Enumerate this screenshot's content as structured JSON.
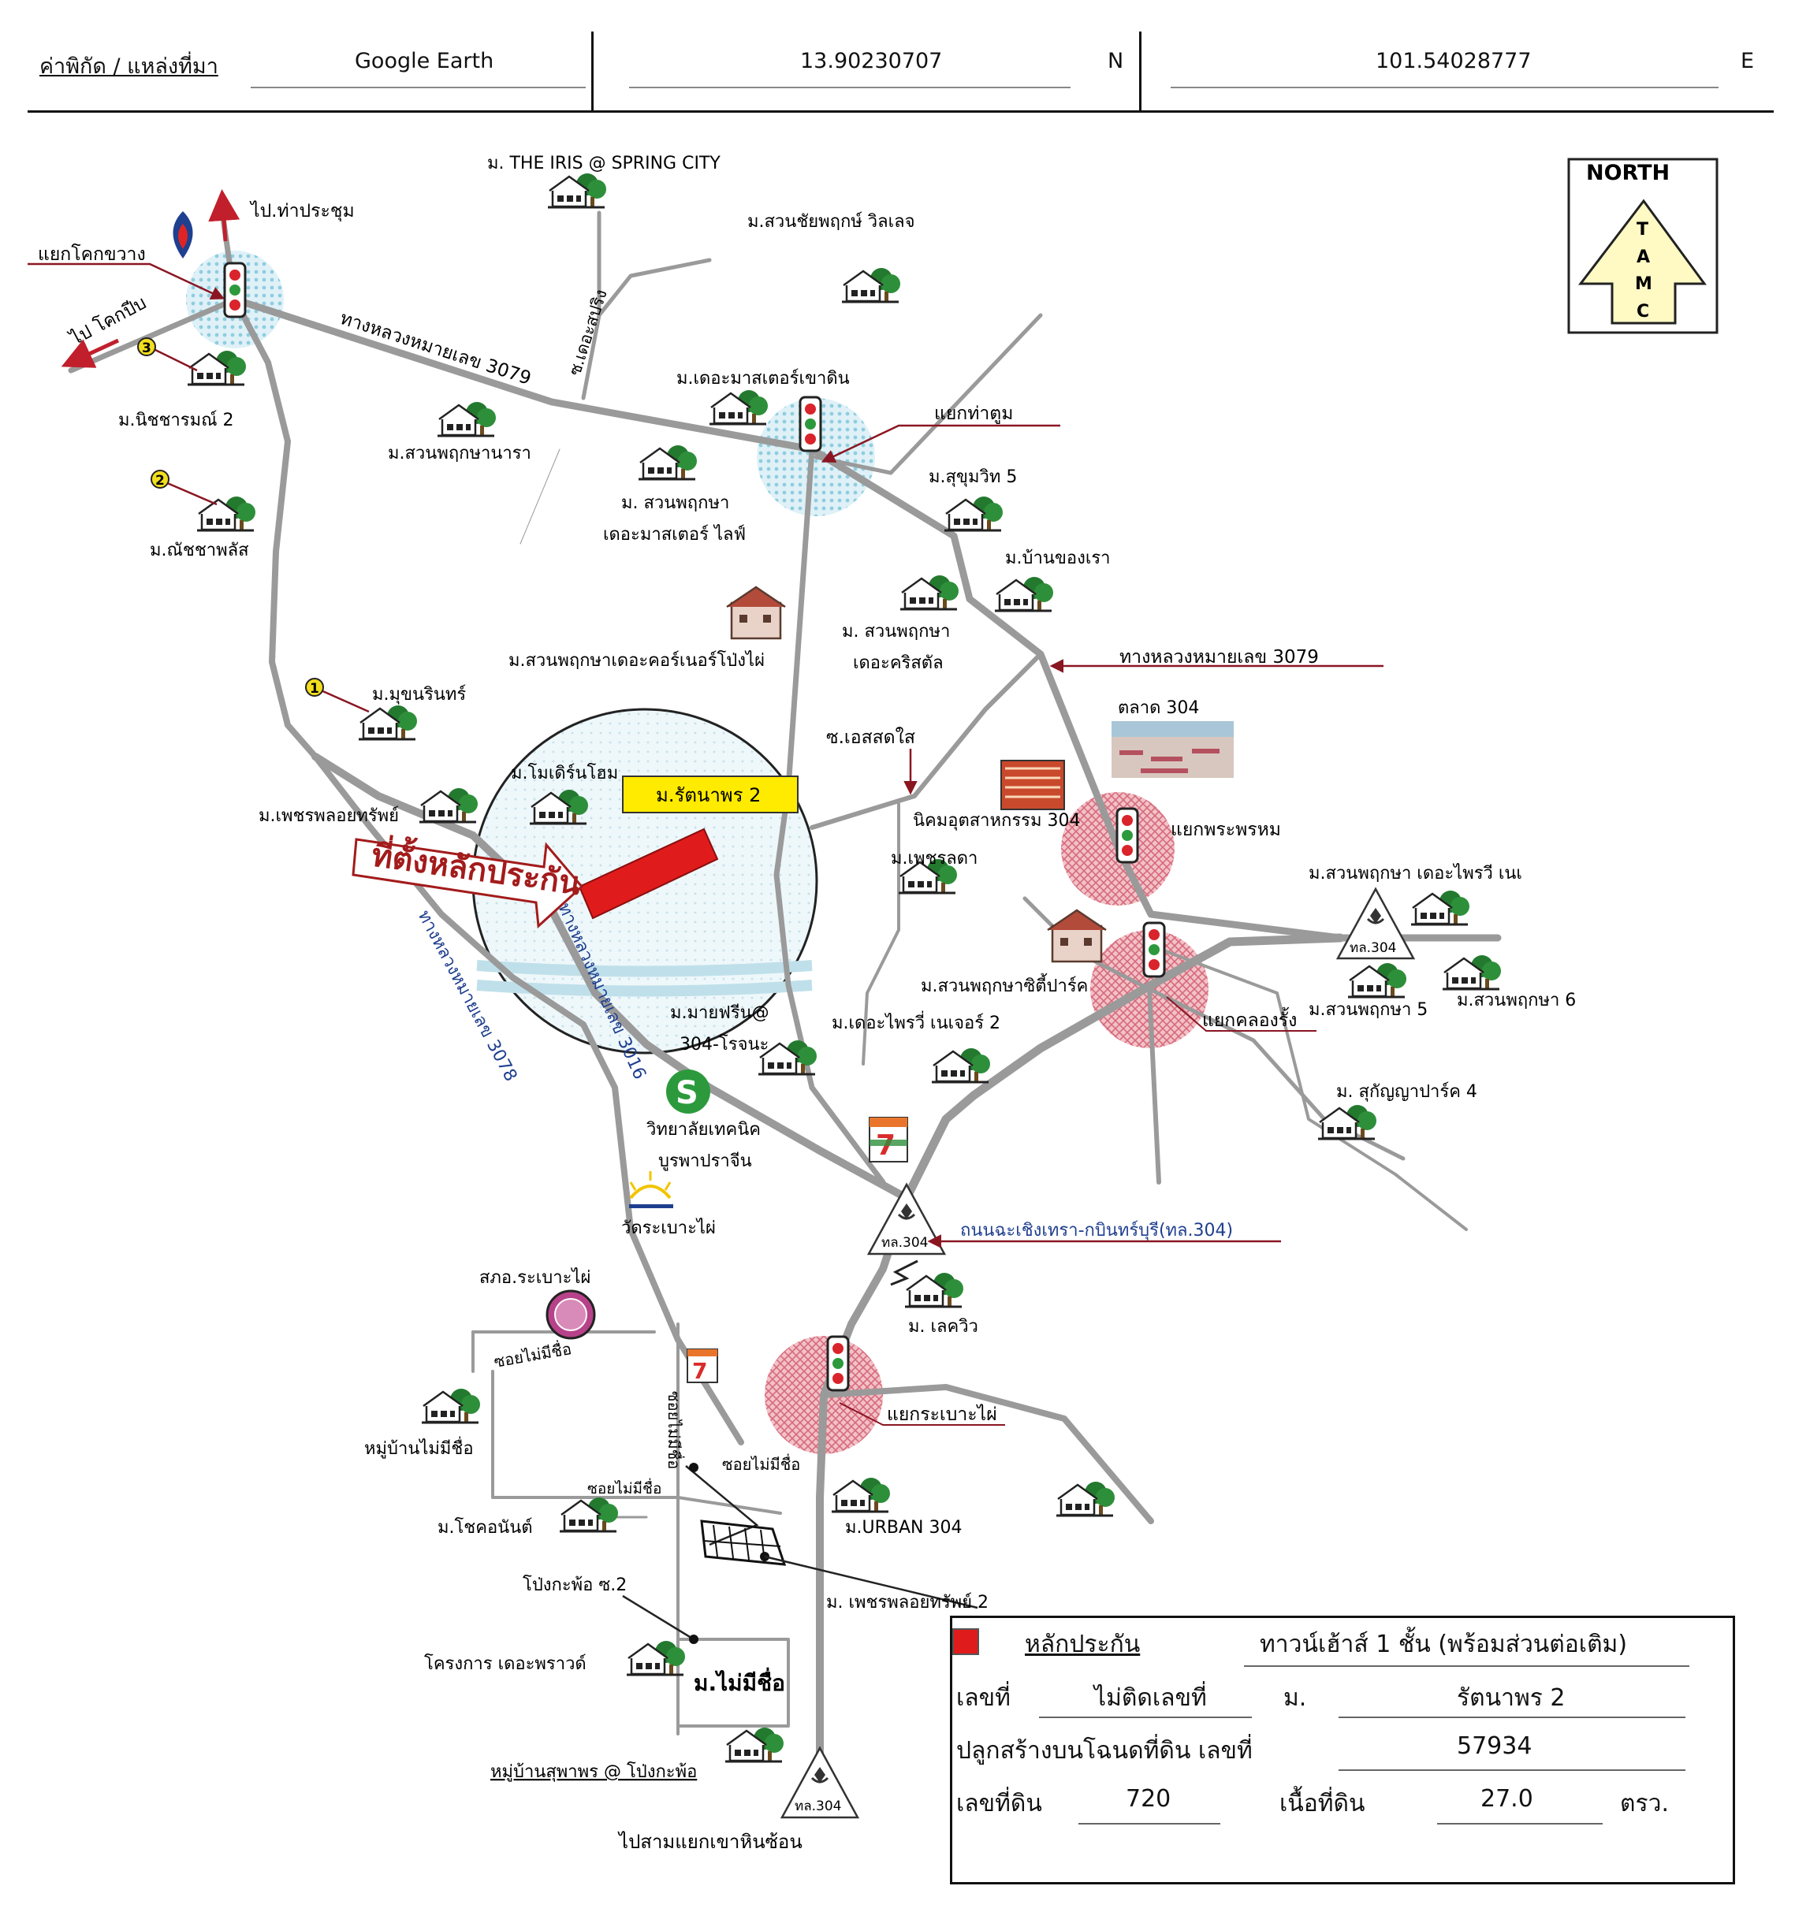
{
  "header": {
    "coord_source_label": "ค่าพิกัด / แหล่งที่มา",
    "source": "Google Earth",
    "latitude": "13.90230707",
    "lat_dir": "N",
    "longitude": "101.54028777",
    "lon_dir": "E"
  },
  "north_arrow": {
    "title": "NORTH",
    "letters": [
      "T",
      "A",
      "M",
      "C"
    ]
  },
  "roads": {
    "hwy3079_a": "ทางหลวงหมายเลข 3079",
    "hwy3079_b": "ทางหลวงหมายเลข 3079",
    "hwy3016": "ทางหลวงหมายเลข 3016",
    "hwy3078": "ทางหลวงหมายเลข 3078",
    "soi_detarapring": "ซ.เดอะสปริง",
    "soi_estadsai": "ซ.เอสสดใส",
    "road304": "ถนนฉะเชิงเทรา-กบินทร์บุรี(ทล.304)",
    "to_thaprachum": "ไป.ท่าประชุม",
    "to_khokpip": "ไป โคกปีบ",
    "to_samyaek": "ไปสามแยกเขาหินซ้อน",
    "soi_nameless_1": "ซอยไม่มีชื่อ",
    "soi_nameless_2": "ซอยไม่มีชื่อ",
    "soi_nameless_3": "ซอยไม่มีชื่อ",
    "soi_nameless_4": "ซอยไม่มีชื่อ",
    "tl304": "ทล.304"
  },
  "junctions": {
    "khokkwang": "แยกโคกขวาง",
    "thatum": "แยกท่าตูม",
    "praphrom": "แยกพระพรหม",
    "khlongrang": "แยกคลองรั้ง",
    "rabaopai": "แยกระเบาะไผ่"
  },
  "places": {
    "iris": "ม. THE IRIS  @  SPRING CITY",
    "suanchai": "ม.สวนชัยพฤกษ์ วิลเลจ",
    "master_khaodin": "ม.เดอะมาสเตอร์เขาดิน",
    "nitcharom": "ม.นิชชารมณ์ 2",
    "suanphruksa_nara": "ม.สวนพฤกษานารา",
    "sp_master_life_1": "ม. สวนพฤกษา",
    "sp_master_life_2": "เดอะมาสเตอร์ ไลฟ์",
    "sukhumvit5": "ม.สุขุมวิท 5",
    "nutcha": "ม.ณัชชาพลัส",
    "banrao": "ม.บ้านของเรา",
    "sp_crystal_1": "ม. สวนพฤกษา",
    "sp_crystal_2": "เดอะคริสตัล",
    "sp_corner": "ม.สวนพฤกษาเดอะคอร์เนอร์โป่งไผ่",
    "market304": "ตลาด 304",
    "mukharin": "ม.มุขนรินทร์",
    "modern_home": "ม.โมเดิร์นโฮม",
    "ratanaporn": "ม.รัตนาพร 2",
    "petchphol": "ม.เพชรพลอยทรัพย์",
    "industrial304": "นิคมอุตสาหกรรม 304",
    "petchlada": "ม.เพชรลดา",
    "sp_privy_ne": "ม.สวนพฤกษา เดอะไพรวี เนเ",
    "sp_city_park": "ม.สวนพฤกษาซิตี้ปาร์ค",
    "sp5": "ม.สวนพฤกษา 5",
    "sp6": "ม.สวนพฤกษา 6",
    "mayfern_1": "ม.มายฟรีน@",
    "mayfern_2": "304-โรจนะ",
    "privy_nature2": "ม.เดอะไพรวี่ เนเจอร์ 2",
    "sukanya4": "ม. สุกัญญาปาร์ค 4",
    "college_1": "วิทยาลัยเทคนิค",
    "college_2": "บูรพาปราจีน",
    "wat": "วัดระเบาะไผ่",
    "police": "สภอ.ระเบาะไผ่",
    "lakeview": "ม. เลควิว",
    "nameless_village": "หมู่บ้านไม่มีชื่อ",
    "chokanan": "ม.โชคอนันต์",
    "urban304": "ม.URBAN 304",
    "pongkapho2": "โป่งกะพ้อ ซ.2",
    "petchphol2": "ม. เพชรพลอยทรัพย์ 2",
    "praward": "โครงการ เดอะพราวด์",
    "no_name": "ม.ไม่มีชื่อ",
    "supaporn": "หมู่บ้านสุพาพร @ โป่งกะพ้อ"
  },
  "collateral_pointer": "ที่ตั้งหลักประกัน",
  "markers": {
    "m1": "1",
    "m2": "2",
    "m3": "3"
  },
  "info_box": {
    "collateral_label": "หลักประกัน",
    "property_type": "ทาวน์เฮ้าส์ 1 ชั้น (พร้อมส่วนต่อเติม)",
    "number_label": "เลขที่",
    "number_value": "ไม่ติดเลขที่",
    "village_label": "ม.",
    "village_value": "รัตนาพร 2",
    "deed_label": "ปลูกสร้างบนโฉนดที่ดิน เลขที่",
    "deed_value": "57934",
    "land_no_label": "เลขที่ดิน",
    "land_no_value": "720",
    "area_label": "เนื้อที่ดิน",
    "area_value": "27.0",
    "area_unit": "ตรว."
  },
  "colors": {
    "road": "#9a9a9a",
    "junction_blue": "#cfe9f2",
    "junction_red": "#e9a3ad",
    "collateral": "#e01b1b",
    "pointer": "#a31b1b",
    "highlight": "#ffeb00",
    "label_blue": "#1f3f8f"
  }
}
